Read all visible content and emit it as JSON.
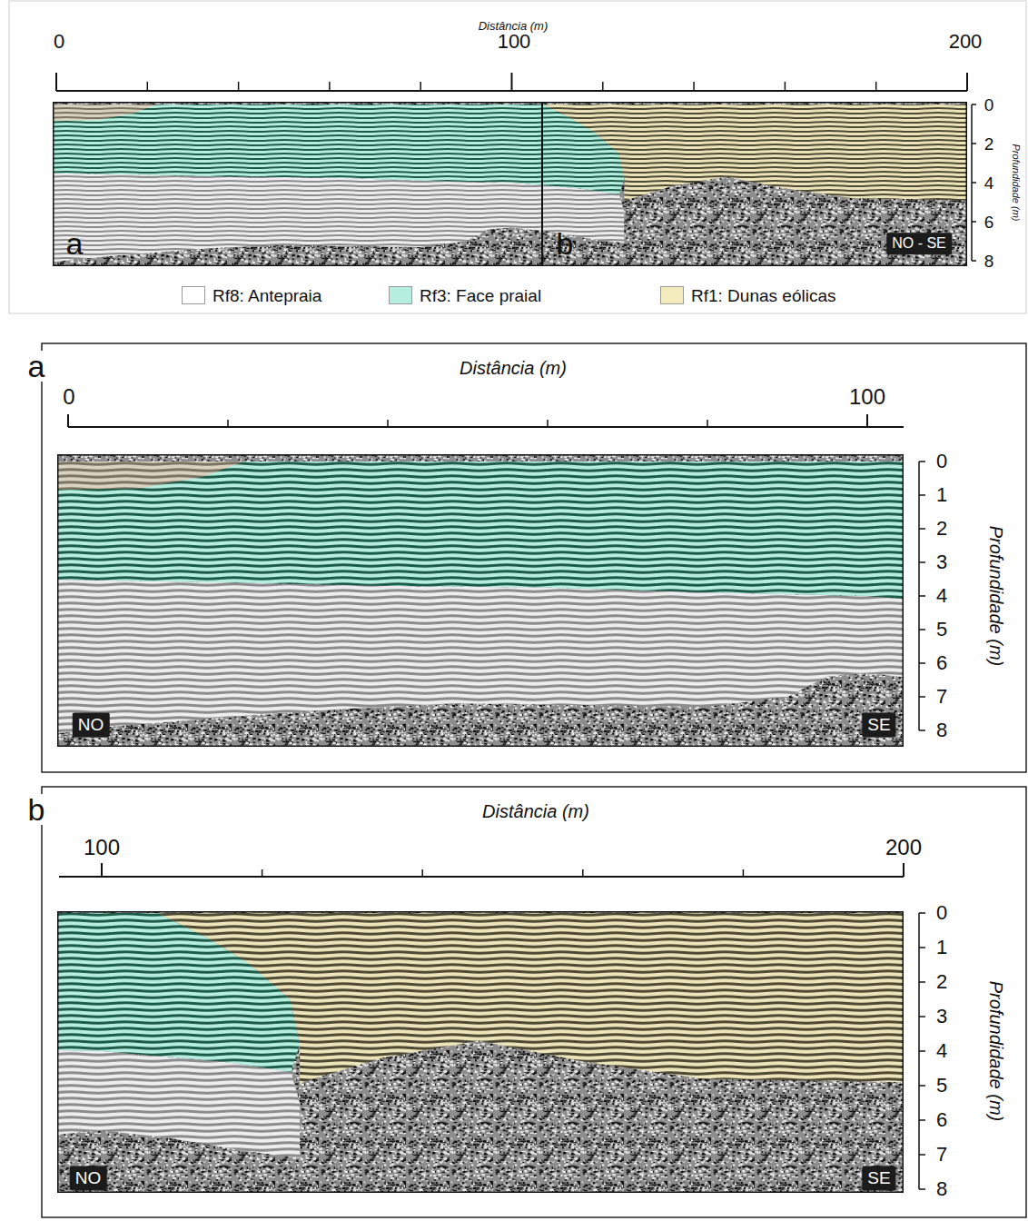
{
  "diagram": {
    "nodes": [
      {
        "text": [
          "NO - SE"
        ]
      },
      {
        "text": [
          "NO"
        ]
      },
      {
        "text": [
          "SE"
        ]
      },
      {
        "text": [
          "NO"
        ]
      },
      {
        "text": [
          "SE"
        ]
      }
    ],
    "labels": [
      "Distância (m)",
      "0",
      "100",
      "200",
      "0",
      "2",
      "4",
      "6",
      "8",
      "Profundidade (m)",
      "a",
      "b",
      "a",
      "Distância (m)",
      "0",
      "100",
      "0",
      "1",
      "2",
      "3",
      "4",
      "5",
      "6",
      "7",
      "8",
      "Profundidade (m)",
      "b",
      "Distância (m)",
      "100",
      "200",
      "0",
      "1",
      "2",
      "3",
      "4",
      "5",
      "6",
      "7",
      "8",
      "Profundidade (m)"
    ],
    "legend": [
      {
        "text": "Rf8: Antepraia",
        "color": "#ffffff"
      },
      {
        "text": "Rf3: Face praial",
        "color": "#b5eedf"
      },
      {
        "text": "Rf1: Dunas eólicas",
        "color": "#f3ebbe"
      }
    ]
  }
}
